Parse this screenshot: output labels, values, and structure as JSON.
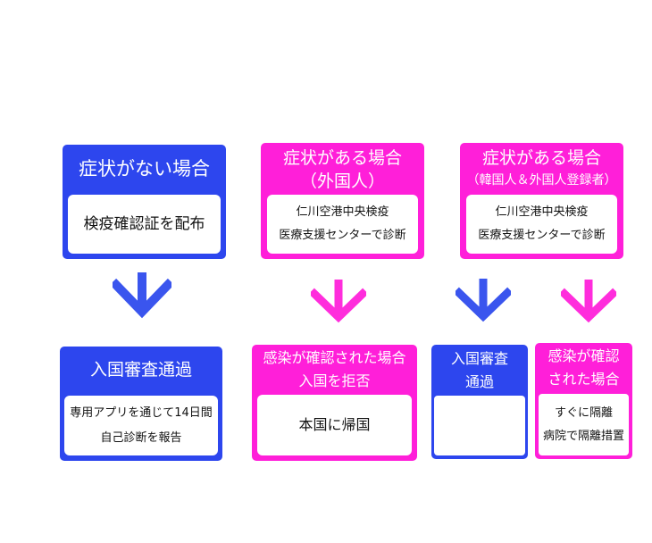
{
  "colors": {
    "blue": "#2d46ee",
    "magenta": "#ff1fd9",
    "blue_arrow": "#3a55ee",
    "magenta_arrow": "#ff2ddc"
  },
  "top": {
    "no_symptoms": {
      "title": "症状がない場合",
      "body": [
        "検疫確認証を配布"
      ]
    },
    "symptoms_foreign": {
      "title": [
        "症状がある場合",
        "（外国人）"
      ],
      "body": [
        "仁川空港中央検疫",
        "医療支援センターで診断"
      ]
    },
    "symptoms_korean": {
      "title": [
        "症状がある場合",
        "（韓国人＆外国人登録者）"
      ],
      "body": [
        "仁川空港中央検疫",
        "医療支援センターで診断"
      ]
    }
  },
  "bottom": {
    "entry_pass": {
      "title": "入国審査通過",
      "body": [
        "専用アプリを通じて14日間",
        "自己診断を報告"
      ]
    },
    "entry_refused": {
      "title": [
        "感染が確認された場合",
        "入国を拒否"
      ],
      "body": [
        "本国に帰国"
      ]
    },
    "entry_pass_small": {
      "title": [
        "入国審査",
        "通過"
      ],
      "body": []
    },
    "quarantine": {
      "title": [
        "感染が確認",
        "された場合"
      ],
      "body": [
        "すぐに隔離",
        "病院で隔離措置"
      ]
    }
  }
}
